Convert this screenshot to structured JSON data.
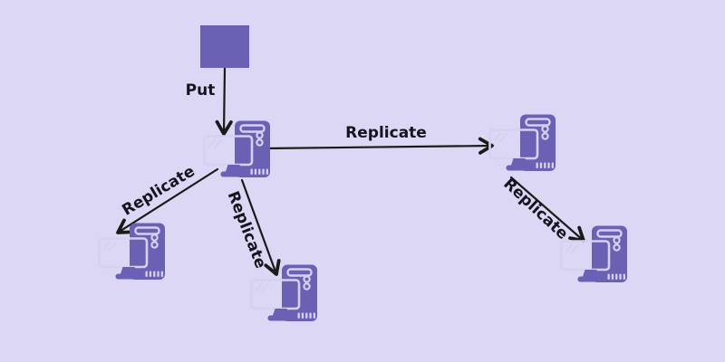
{
  "diagram": {
    "type": "replication-flow",
    "edges": {
      "put": {
        "label": "Put",
        "from": "source-square",
        "to": "primary-computer",
        "direction": "down"
      },
      "replicate_east": {
        "label": "Replicate",
        "from": "primary-computer",
        "to": "replica-east",
        "direction": "right"
      },
      "replicate_southwest": {
        "label": "Replicate",
        "from": "primary-computer",
        "to": "replica-southwest",
        "direction": "down-left"
      },
      "replicate_south": {
        "label": "Replicate",
        "from": "primary-computer",
        "to": "replica-south",
        "direction": "down"
      },
      "replicate_southeast": {
        "label": "Replicate",
        "from": "replica-east",
        "to": "replica-southeast",
        "direction": "down-right"
      }
    },
    "nodes": {
      "source_square": {
        "shape": "square"
      },
      "computers": [
        "primary-computer",
        "replica-east",
        "replica-southwest",
        "replica-south",
        "replica-southeast"
      ]
    }
  },
  "icons": {
    "computer": "desktop-computer-icon"
  },
  "colors": {
    "background": "#dcd7f4",
    "node_purple": "#6a61b5",
    "screen_purple": "#7068bd",
    "icon_detail_light": "#d6d0f1",
    "arrow": "#1a1a1a",
    "label_text": "#15151f"
  }
}
